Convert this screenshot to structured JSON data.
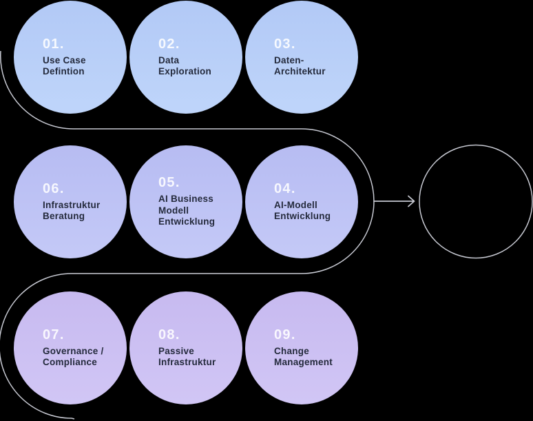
{
  "colors": {
    "background": "#000000",
    "row1_top": "#b2c9f6",
    "row1_bottom": "#bfd5fa",
    "row2_top": "#b7bcf2",
    "row2_bottom": "#c4c9f7",
    "row3_top": "#c7baf0",
    "row3_bottom": "#d1c6f5",
    "number": "#ffffffe0",
    "label": "#242a3c",
    "line": "#c7c9d2"
  },
  "icons": {
    "arrow": "arrow-right"
  },
  "steps": [
    {
      "number": "01.",
      "label": "Use Case\nDefintion"
    },
    {
      "number": "02.",
      "label": "Data\nExploration"
    },
    {
      "number": "03.",
      "label": "Daten-\nArchitektur"
    },
    {
      "number": "04.",
      "label": "AI-Modell\nEntwicklung"
    },
    {
      "number": "05.",
      "label": "AI Business\nModell\nEntwicklung"
    },
    {
      "number": "06.",
      "label": "Infrastruktur\nBeratung"
    },
    {
      "number": "07.",
      "label": "Governance /\nCompliance"
    },
    {
      "number": "08.",
      "label": "Passive\nInfrastruktur"
    },
    {
      "number": "09.",
      "label": "Change\nManagement"
    }
  ]
}
